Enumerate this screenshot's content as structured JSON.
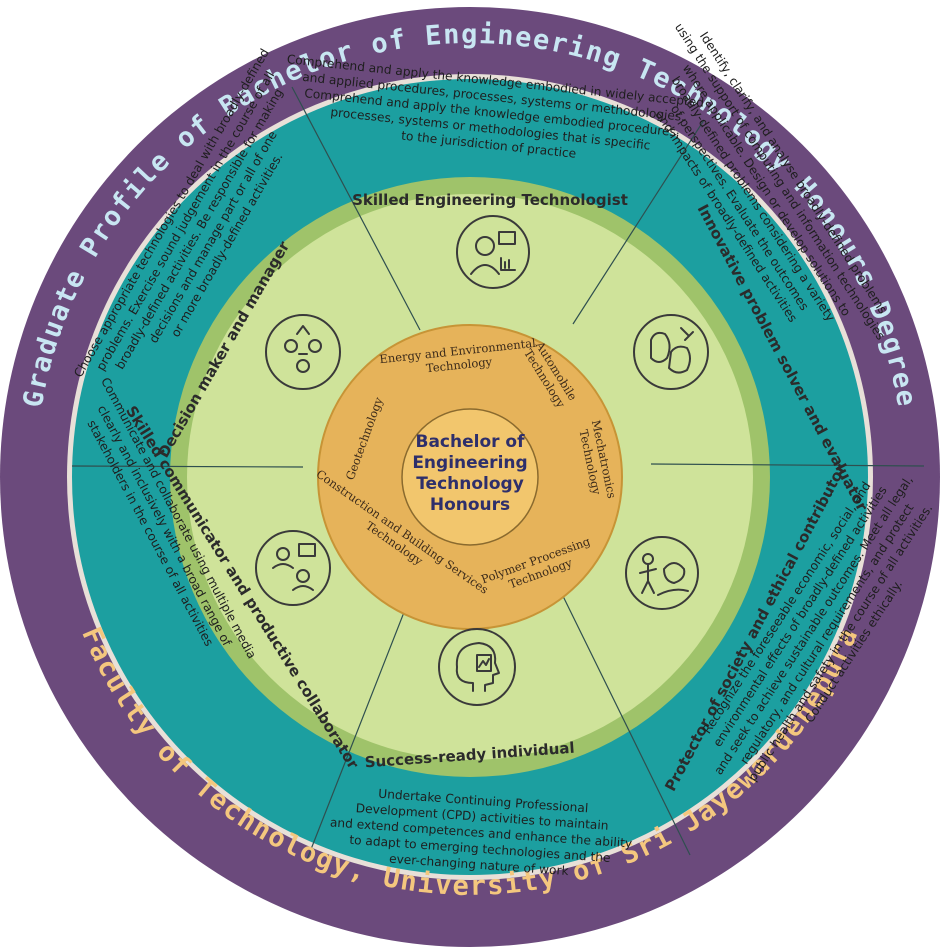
{
  "colors": {
    "outer_ring": "#6b4a7c",
    "outer_ring_text_top": "#c8e6f2",
    "outer_ring_text_bottom": "#f4c77e",
    "teal_band": "#1c9fa0",
    "green_band": "#9fc36a",
    "light_green": "#cfe39a",
    "inner_ring": "#e6b35a",
    "core": "#f2c66d"
  },
  "outer_ring": {
    "top_text": "Graduate Profile of Bachelor of Engineering Technology Honours Degree",
    "bottom_text": "Faculty of Technology, University of Sri Jayewardenepura"
  },
  "center": {
    "lines": [
      "Bachelor of",
      "Engineering",
      "Technology",
      "Honours"
    ]
  },
  "specializations": [
    {
      "name": "energy",
      "lines": [
        "Energy and Environmental",
        "Technology"
      ]
    },
    {
      "name": "automobile",
      "lines": [
        "Automobile",
        "Technology"
      ]
    },
    {
      "name": "mechatronics",
      "lines": [
        "Mechatronics",
        "Technology"
      ]
    },
    {
      "name": "polymer",
      "lines": [
        "Polymer Processing",
        "Technology"
      ]
    },
    {
      "name": "construction",
      "lines": [
        "Construction and Building Services",
        "Technology"
      ]
    },
    {
      "name": "geotechnology",
      "lines": [
        "Geotechnology"
      ]
    }
  ],
  "attributes": [
    {
      "name": "skilled-engineering-technologist",
      "label": "Skilled Engineering Technologist",
      "icon": "engineer-icon",
      "description": [
        "Comprehend and apply the knowledge embodied in widely accepted",
        "and applied procedures, processes, systems or methodologies.",
        "Comprehend and apply the knowledge embodied procedures,",
        "processes, systems or methodologies that is specific",
        "to the jurisdiction of practice"
      ]
    },
    {
      "name": "innovative-problem-solver",
      "label": "Innovative problem solver and evaluator",
      "icon": "problem-solver-icon",
      "description": [
        "Identify, clarify, and analyse broadly-defined problems",
        "using the support of computing and information technologies",
        "where applicable. Design or develop solutions to",
        "broadly-defined problems considering a variety",
        "of perspectives. Evaluate the outcomes",
        "and impacts of broadly-defined activities"
      ]
    },
    {
      "name": "protector-of-society",
      "label": "Protector of society and ethical contributor",
      "icon": "society-icon",
      "description": [
        "Recognize the foreseeable economic, social, and",
        "environmental effects of broadly-defined activities",
        "and seek to achieve sustainable outcomes. Meet all legal,",
        "regulatory, and cultural requirements, and protect",
        "public health and safety in the course of all activities.",
        "Conduct activities ethically."
      ]
    },
    {
      "name": "success-ready-individual",
      "label": "Success-ready individual",
      "icon": "learner-icon",
      "description": [
        "Undertake Continuing Professional",
        "Development (CPD) activities to maintain",
        "and extend competences and enhance the ability",
        "to adapt to emerging technologies and the",
        "ever-changing nature of work"
      ]
    },
    {
      "name": "skilled-communicator",
      "label": "Skilled communicator and productive collaborator",
      "icon": "communicator-icon",
      "description": [
        "Communicate and collaborate using multiple media",
        "clearly and inclusively with a broad range of",
        "stakeholders in the course of all activities"
      ]
    },
    {
      "name": "decision-maker",
      "label": "Decision maker and manager",
      "icon": "decision-maker-icon",
      "description": [
        "Choose appropriate technologies to deal with broadly-defined",
        "problems. Exercise sound judgement in the course of all",
        "broadly-defined activities. Be responsible for making",
        "decisions and manage part or all of one",
        "or more broadly-defined activities."
      ]
    }
  ]
}
